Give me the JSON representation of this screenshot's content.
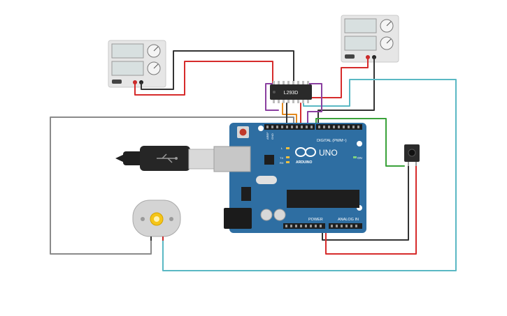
{
  "board": {
    "logo_text": "UNO",
    "brand_text": "ARDUINO",
    "digital_label": "DIGITAL (PWM~)",
    "power_label": "POWER",
    "analog_label": "ANALOG IN",
    "on_label": "ON",
    "aref_label": "AREF",
    "gnd_label": "GND",
    "tx_label": "TX",
    "rx_label": "RX",
    "l_label": "L"
  },
  "driver_chip": {
    "label": "L293D"
  },
  "colors": {
    "board": "#2e6ea2",
    "wire_red": "#d62b2b",
    "wire_black": "#333333",
    "wire_teal": "#5ab8c4",
    "wire_purple": "#8a3fa0",
    "wire_orange": "#e48a1e",
    "wire_green": "#3aa23a",
    "wire_gray": "#8a8a8a",
    "chip": "#2a2a2a",
    "psu_body": "#e6e6e6"
  },
  "icons": {
    "usb_cable": "usb-cable-icon",
    "dc_motor": "dc-motor-icon",
    "pushbutton": "pushbutton-icon",
    "power_supply": "power-supply-icon"
  }
}
